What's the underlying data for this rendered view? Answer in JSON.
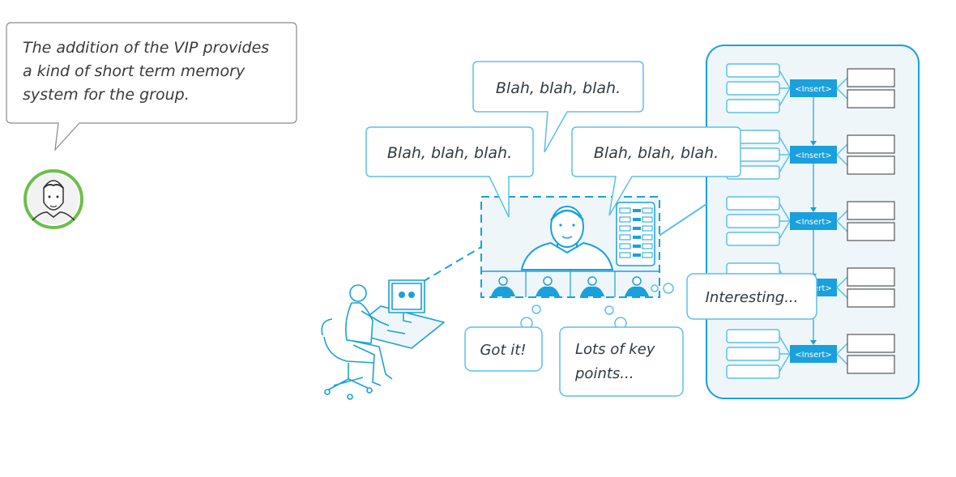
{
  "narration": "The addition of the VIP provides\na kind of short term memory\nsystem for the group.",
  "speech": {
    "top": "Blah, blah, blah.",
    "left": "Blah, blah, blah.",
    "right": "Blah, blah, blah."
  },
  "thoughts": {
    "got_it": "Got it!",
    "lots_line1": "Lots of key",
    "lots_line2": "points...",
    "interesting": "Interesting..."
  },
  "insert_label": "<Insert>",
  "colors": {
    "accent": "#1aa0dc",
    "line": "#5bc0e8",
    "panel": "#eef6fa",
    "avatar_ring": "#6cbf4a"
  }
}
